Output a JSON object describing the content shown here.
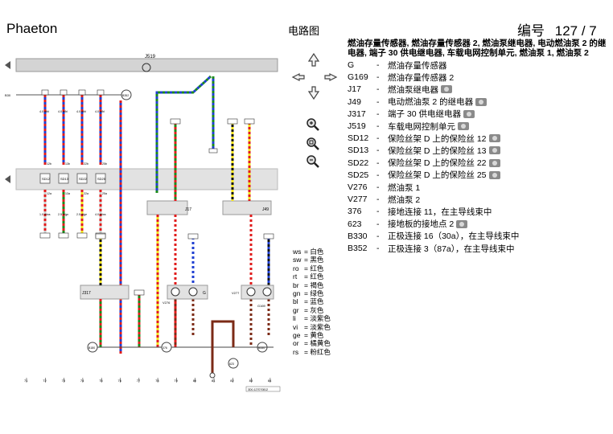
{
  "header": {
    "model": "Phaeton",
    "diagram_title": "电路图",
    "doc_label": "编号",
    "doc_number": "127 / 7",
    "heading": "燃油存量传感器, 燃油存量传感器 2, 燃油泵继电器, 电动燃油泵 2 的继电器, 端子 30 供电继电器, 车载电网控制单元, 燃油泵 1, 燃油泵 2"
  },
  "legend": [
    {
      "code": "G",
      "text": "燃油存量传感器",
      "photo": false
    },
    {
      "code": "G169",
      "text": "燃油存量传感器 2",
      "photo": false
    },
    {
      "code": "J17",
      "text": "燃油泵继电器",
      "photo": true
    },
    {
      "code": "J49",
      "text": "电动燃油泵 2 的继电器",
      "photo": true
    },
    {
      "code": "J317",
      "text": "端子 30 供电继电器",
      "photo": true
    },
    {
      "code": "J519",
      "text": "车载电网控制单元",
      "photo": true
    },
    {
      "code": "SD12",
      "text": "保险丝架 D 上的保险丝 12",
      "photo": true
    },
    {
      "code": "SD13",
      "text": "保险丝架 D 上的保险丝 13",
      "photo": true
    },
    {
      "code": "SD22",
      "text": "保险丝架 D 上的保险丝 22",
      "photo": true
    },
    {
      "code": "SD25",
      "text": "保险丝架 D 上的保险丝 25",
      "photo": true
    },
    {
      "code": "V276",
      "text": "燃油泵 1",
      "photo": false
    },
    {
      "code": "V277",
      "text": "燃油泵 2",
      "photo": false
    },
    {
      "code": "376",
      "text": "接地连接 11，在主导线束中",
      "photo": false
    },
    {
      "code": "623",
      "text": "接地板的接地点 2",
      "photo": true
    },
    {
      "code": "B330",
      "text": "正极连接 16（30a），在主导线束中",
      "photo": false
    },
    {
      "code": "B352",
      "text": "正极连接 3（87a），在主导线束中",
      "photo": false
    }
  ],
  "colors": [
    {
      "code": "ws",
      "name": "白色"
    },
    {
      "code": "sw",
      "name": "黑色"
    },
    {
      "code": "ro",
      "name": "红色"
    },
    {
      "code": "rt",
      "name": "红色"
    },
    {
      "code": "br",
      "name": "褐色"
    },
    {
      "code": "gn",
      "name": "绿色"
    },
    {
      "code": "bl",
      "name": "蓝色"
    },
    {
      "code": "gr",
      "name": "灰色"
    },
    {
      "code": "li",
      "name": "淡紫色"
    },
    {
      "code": "vi",
      "name": "淡紫色"
    },
    {
      "code": "ge",
      "name": "黄色"
    },
    {
      "code": "or",
      "name": "橘黄色"
    },
    {
      "code": "rs",
      "name": "粉红色"
    }
  ],
  "diagram": {
    "j519_label": "J519",
    "left_tag": "B30",
    "fuse_block_labels": [
      "SD12",
      "SD13",
      "SD22",
      "SD25"
    ],
    "fuse_in_pins": [
      "12b",
      "13b",
      "22b",
      "25b"
    ],
    "fuse_out_pins": [
      "12a",
      "13a",
      "22a",
      "25a"
    ],
    "fuse_in_specs": [
      "4.0 rt/bl",
      "4.0 rt/bl",
      "4.0 rt/bl",
      "4.0 rt/bl"
    ],
    "fuse_out_specs": [
      "1.0 rt/ws",
      "2.5 rt/gn",
      "2.5 rt/ge",
      "4.0 rt/ws"
    ],
    "relay_labels": [
      "J317",
      "J17",
      "J49"
    ],
    "component_labels": [
      "V276",
      "G",
      "V277",
      "G169"
    ],
    "bus_labels": [
      "B352",
      "B330"
    ],
    "ground_labels": [
      "B180",
      "376",
      "623"
    ],
    "circuit_numbers": [
      "71",
      "72",
      "73",
      "74",
      "75",
      "76",
      "77",
      "78",
      "79",
      "80",
      "81",
      "82",
      "83",
      "84"
    ],
    "footer_id": "3D0-127070812"
  }
}
